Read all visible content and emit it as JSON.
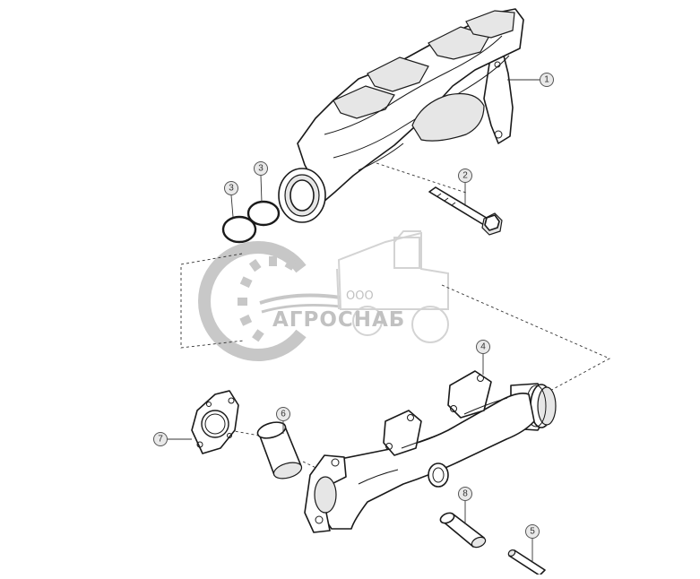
{
  "callouts": [
    {
      "label": "1"
    },
    {
      "label": "2"
    },
    {
      "label": "3"
    },
    {
      "label": "3"
    },
    {
      "label": "4"
    },
    {
      "label": "5"
    },
    {
      "label": "6"
    },
    {
      "label": "7"
    },
    {
      "label": "8"
    }
  ],
  "watermark": {
    "company_prefix": "ООО",
    "company_name": "АГРОСНАБ"
  },
  "colors": {
    "line": "#1a1a1a",
    "callout_fill": "#e9e9e9",
    "watermark": "#b8b8b8"
  }
}
